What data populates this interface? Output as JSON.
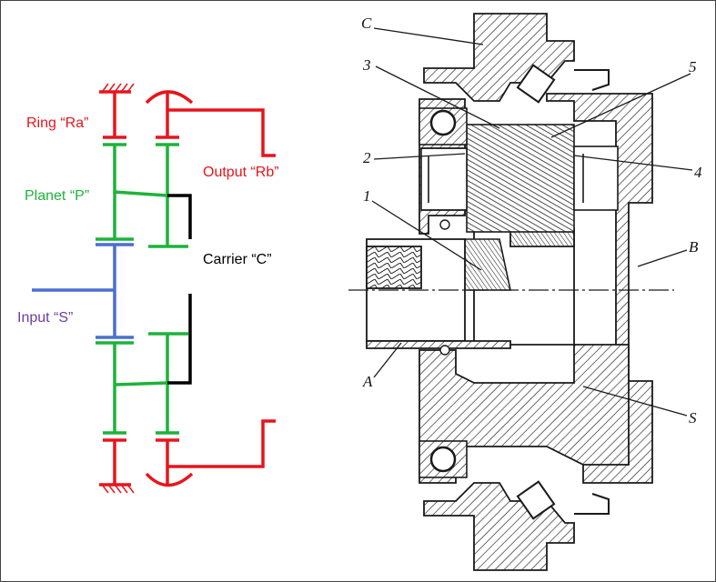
{
  "colors": {
    "ring": "#e8141c",
    "planet": "#1db33a",
    "sun": "#4a6fd0",
    "sun_label": "#6a3fa0",
    "carrier": "#000000",
    "drawing": "#1a1a1a"
  },
  "left_diagram": {
    "ring_label": "Ring “Ra”",
    "output_label": "Output “Rb”",
    "planet_label": "Planet “P”",
    "carrier_label": "Carrier “C”",
    "input_label": "Input “S”"
  },
  "right_drawing": {
    "labels": {
      "c": "C",
      "n3": "3",
      "n5": "5",
      "n2": "2",
      "n4": "4",
      "n1": "1",
      "b": "B",
      "a": "A",
      "s": "S"
    }
  }
}
